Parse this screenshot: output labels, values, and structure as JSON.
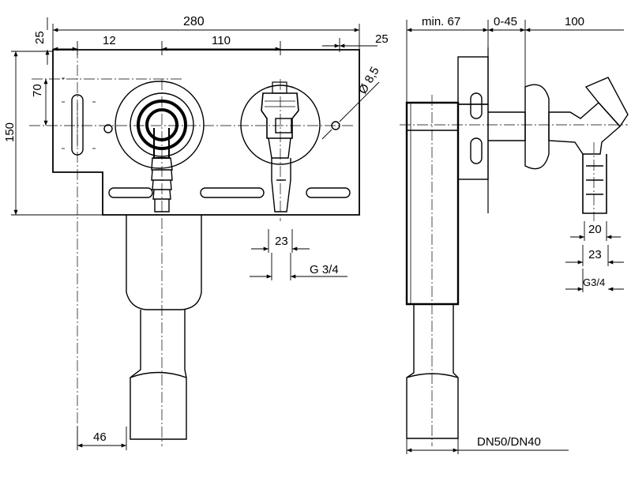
{
  "front_view": {
    "dims": {
      "overall_width": "280",
      "top_offset": "25",
      "left_inset": "12",
      "center_distance": "110",
      "right_margin": "25",
      "hole_diameter": "Ø 8,5",
      "height_70": "70",
      "height_150": "150",
      "nut_width": "23",
      "thread": "G 3/4",
      "pipe_offset": "46"
    }
  },
  "side_view": {
    "dims": {
      "min_depth": "min. 67",
      "adjust_range": "0-45",
      "tap_depth": "100",
      "nut_20": "20",
      "nut_23": "23",
      "thread": "G3/4",
      "pipe_size": "DN50/DN40"
    }
  },
  "colors": {
    "line": "#000000",
    "background": "#ffffff"
  }
}
